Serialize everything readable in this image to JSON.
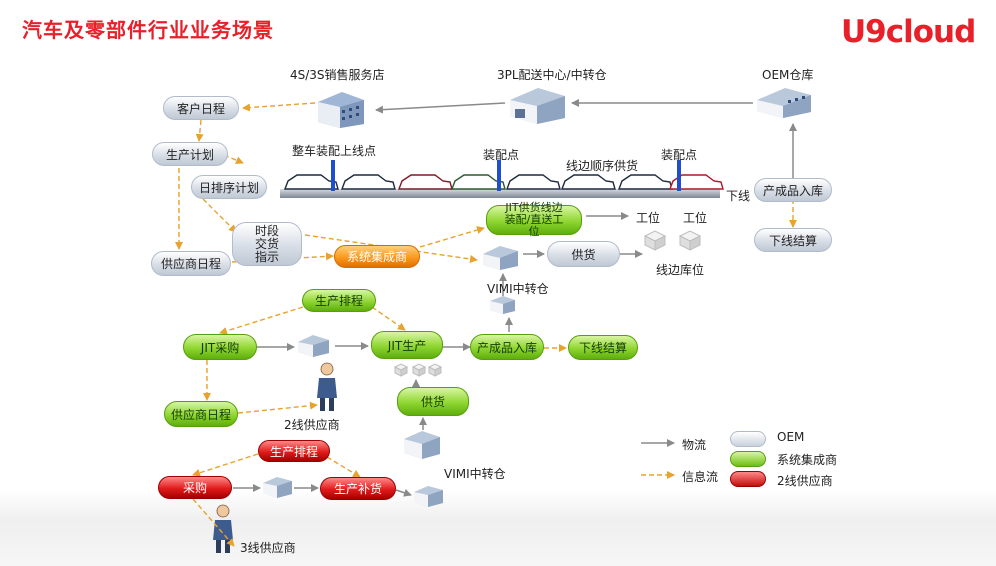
{
  "title": "汽车及零部件行业业务场景",
  "logo_text": "U9cloud",
  "colors": {
    "title_red": "#e8202a",
    "oem_pill": "#c9d1dc",
    "system_integrator_pill": "#8fd631",
    "tier2_supplier_pill": "#e01b1b",
    "highlight_pill": "#fb9a1e",
    "material_flow_arrow": "#8a8a8a",
    "info_flow_arrow": "#e8a22e",
    "rail_blue": "#1f4fcf"
  },
  "locations": {
    "dealer": "4S/3S销售服务店",
    "tpl_center": "3PL配送中心/中转仓",
    "oem_warehouse": "OEM仓库",
    "vimi_hub_upper": "VIMI中转仓",
    "vimi_hub_lower": "VIMI中转仓",
    "tier2_supplier": "2线供应商",
    "tier3_supplier": "3线供应商"
  },
  "line_labels": {
    "vehicle_launch": "整车装配上线点",
    "assembly_point_1": "装配点",
    "assembly_point_2": "装配点",
    "line_side_sequence": "线边顺序供货",
    "offline": "下线",
    "station_1": "工位",
    "station_2": "工位",
    "line_side_storage": "线边库位"
  },
  "nodes": {
    "customer_schedule": "客户日程",
    "production_plan": "生产计划",
    "daily_sequence": "日排序计划",
    "supplier_schedule_oem": "供应商日程",
    "time_slot_delivery": "时段\n交货\n指示",
    "system_integrator": "系统集成商",
    "jit_line_side": "JIT供货线边\n装配/直送工\n位",
    "delivery_oem": "供货",
    "finished_goods_oem": "产成品入库",
    "offline_settlement_oem": "下线结算",
    "production_sched_sys": "生产排程",
    "jit_procurement": "JIT采购",
    "jit_production": "JIT生产",
    "finished_goods_sys": "产成品入库",
    "offline_settlement_sys": "下线结算",
    "supplier_schedule_sys": "供应商日程",
    "delivery_sys": "供货",
    "production_sched_t2": "生产排程",
    "procurement_t2": "采购",
    "replenishment_t2": "生产补货"
  },
  "legend": {
    "material_flow": "物流",
    "info_flow": "信息流",
    "oem": "OEM",
    "system_integrator": "系统集成商",
    "tier2_supplier": "2线供应商"
  }
}
